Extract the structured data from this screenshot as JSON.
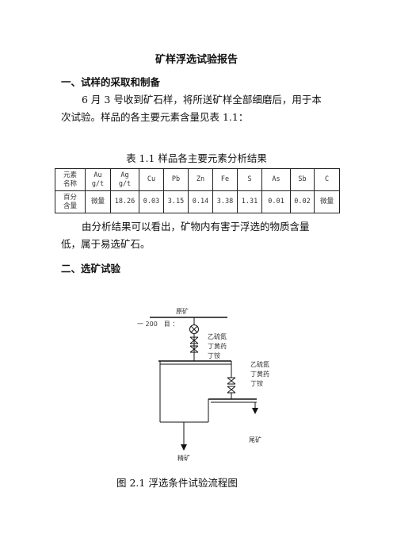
{
  "doc": {
    "title": "矿样浮选试验报告",
    "section1": {
      "heading": "一、试样的采取和制备"
    },
    "intro": {
      "line1": "6 月 3 号收到矿石样，将所送矿样全部细磨后，用于本",
      "line2": "次试验。样品的各主要元素含量见表 1.1："
    },
    "table_caption": "表 1.1 样品各主要元素分析结果",
    "table": {
      "header_label": [
        "元素",
        "名称"
      ],
      "columns": [
        {
          "name": "Au",
          "unit": "g/t"
        },
        {
          "name": "Ag",
          "unit": "g/t"
        },
        {
          "name": "Cu",
          "unit": ""
        },
        {
          "name": "Pb",
          "unit": ""
        },
        {
          "name": "Zn",
          "unit": ""
        },
        {
          "name": "Fe",
          "unit": ""
        },
        {
          "name": "S",
          "unit": ""
        },
        {
          "name": "As",
          "unit": ""
        },
        {
          "name": "Sb",
          "unit": ""
        },
        {
          "name": "C",
          "unit": ""
        }
      ],
      "row_label": [
        "百分",
        "含量"
      ],
      "values": [
        "微量",
        "18.26",
        "0.03",
        "3.15",
        "0.14",
        "3.38",
        "1.31",
        "0.01",
        "0.02",
        "微量"
      ]
    },
    "conclusion": {
      "line1": "由分析结果可以看出，矿物内有害于浮选的物质含量",
      "line2": "低，属于易选矿石。"
    },
    "section2": {
      "heading": "二、选矿试验"
    },
    "flowchart": {
      "raw_ore": "原矿",
      "grind": "一 200　目 ：",
      "reagents_1": [
        "乙硫氮",
        "丁黄药",
        "丁铵"
      ],
      "reagents_2": [
        "乙硫氮",
        "丁黄药",
        "丁铵"
      ],
      "concentrate": "精矿",
      "tailings": "尾矿"
    },
    "figure_caption": "图 2.1 浮选条件试验流程图"
  }
}
